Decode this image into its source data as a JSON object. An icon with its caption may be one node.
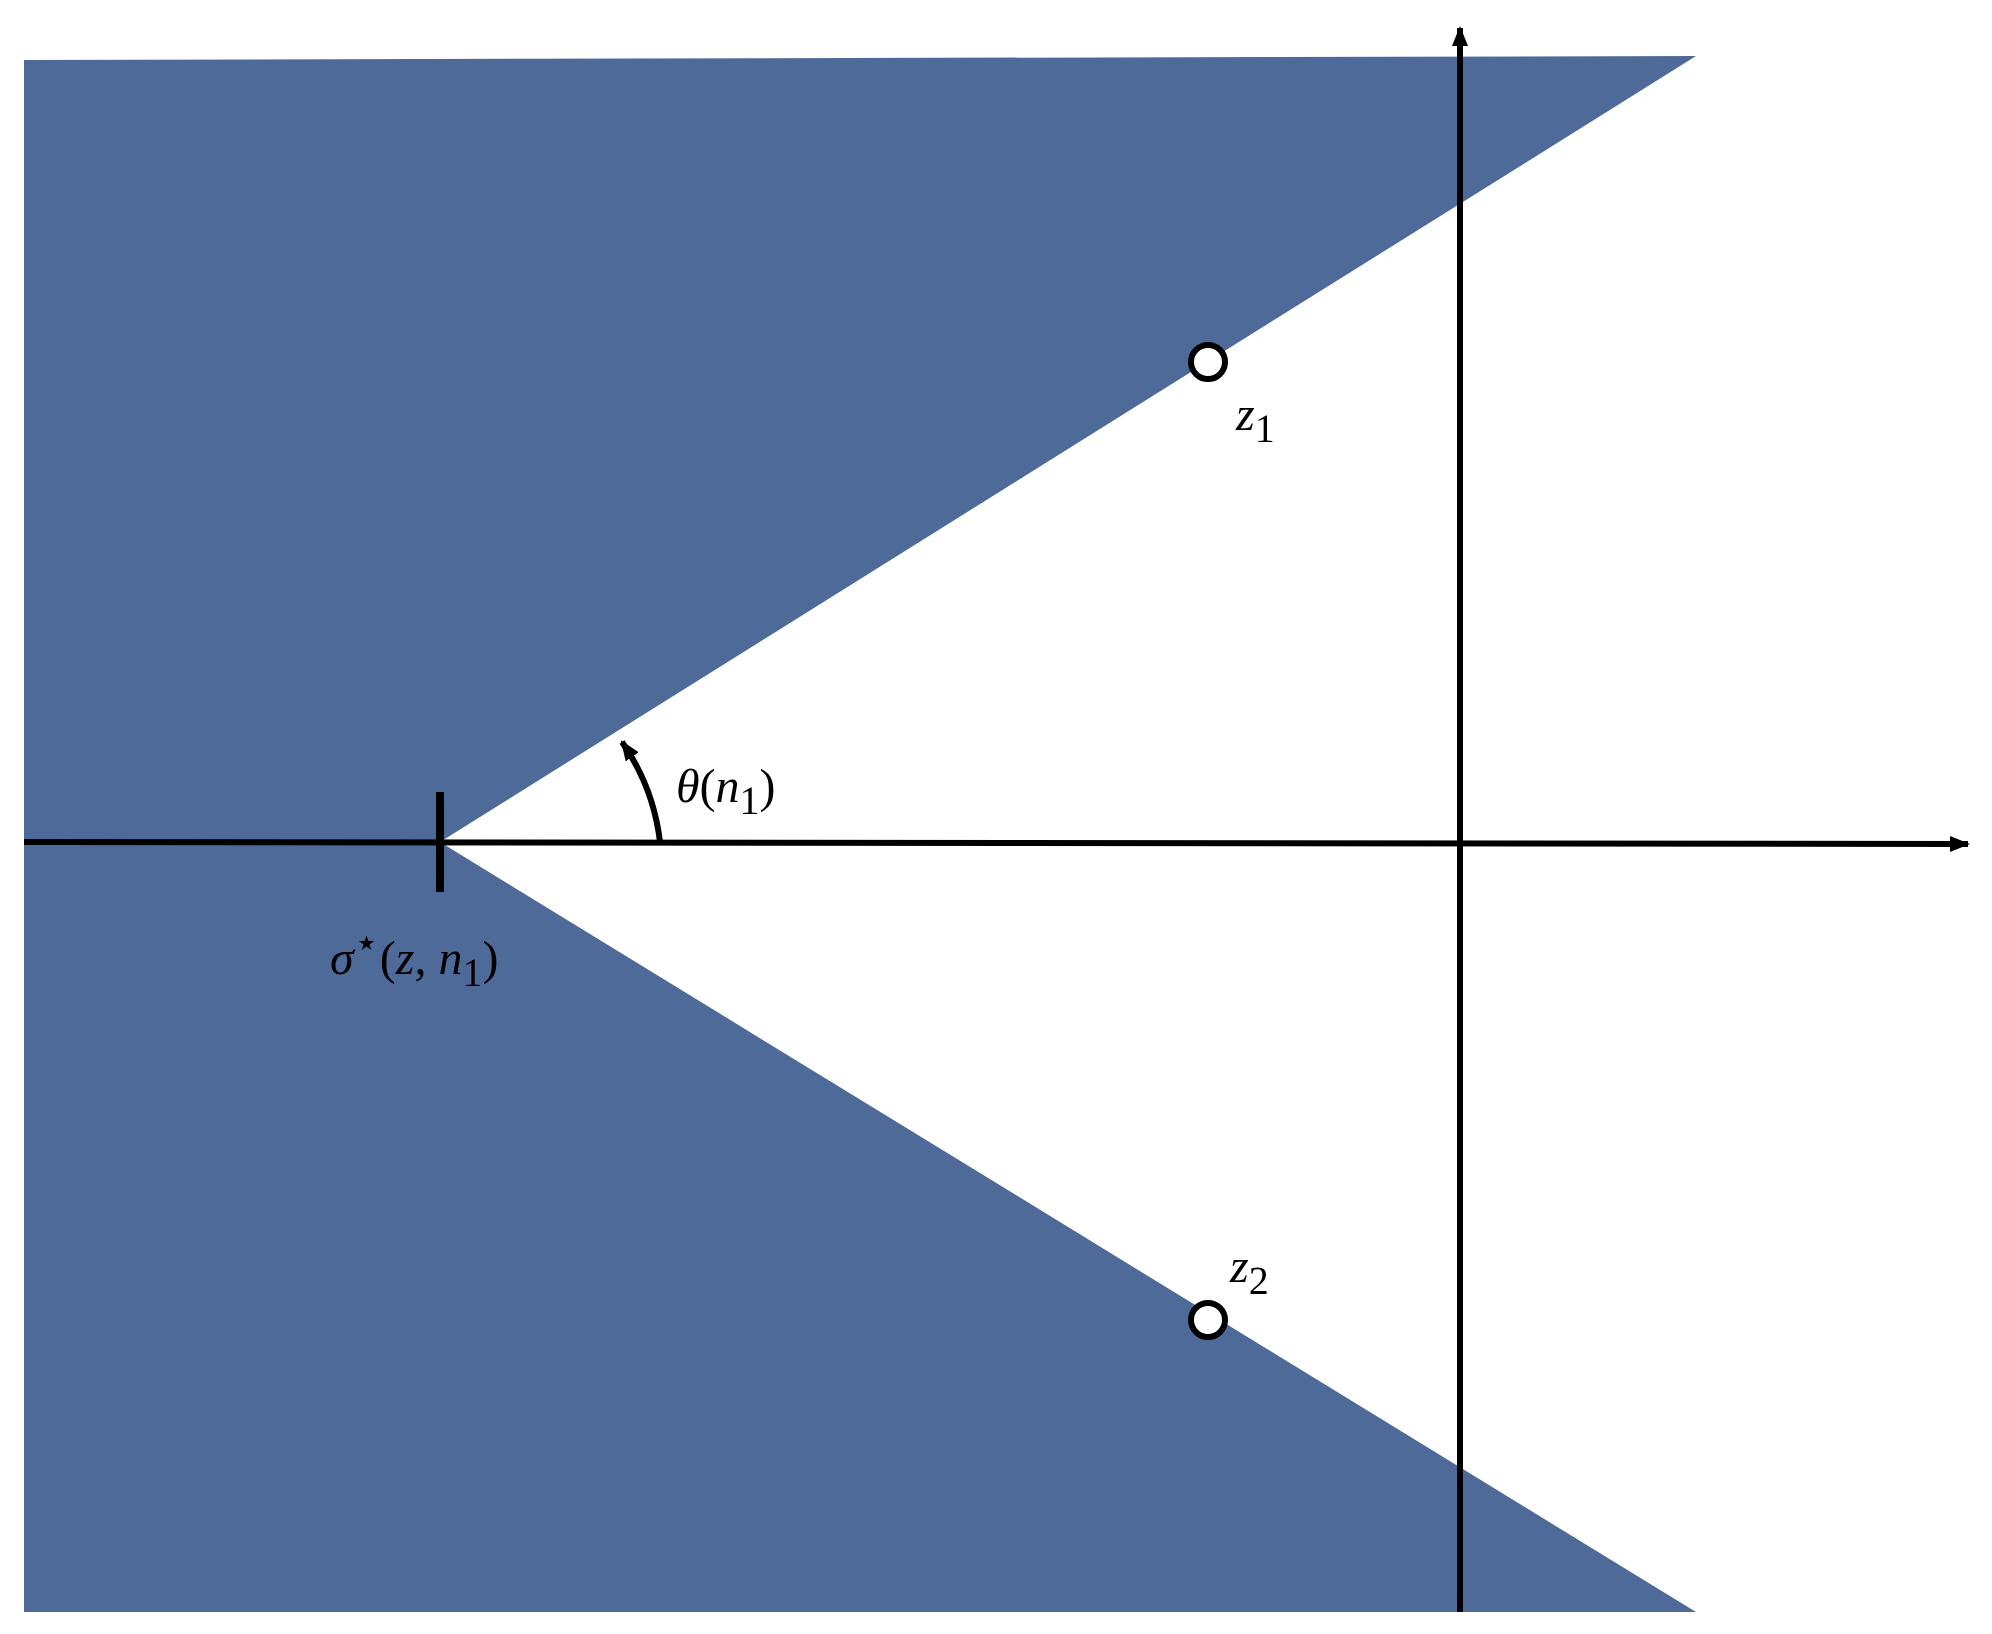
{
  "diagram": {
    "nodes": [
      {
        "text": [],
        "shape": "circle",
        "beside": [
          "*z*$_{1}$"
        ]
      },
      {
        "text": [],
        "shape": "circle",
        "beside": [
          "*z*$_{2}$"
        ]
      }
    ],
    "labels": [
      "*θ*(*n*$_{1}$)",
      "*σ*$^{⋆}$(*z*, *n*$_{1}$)"
    ]
  }
}
